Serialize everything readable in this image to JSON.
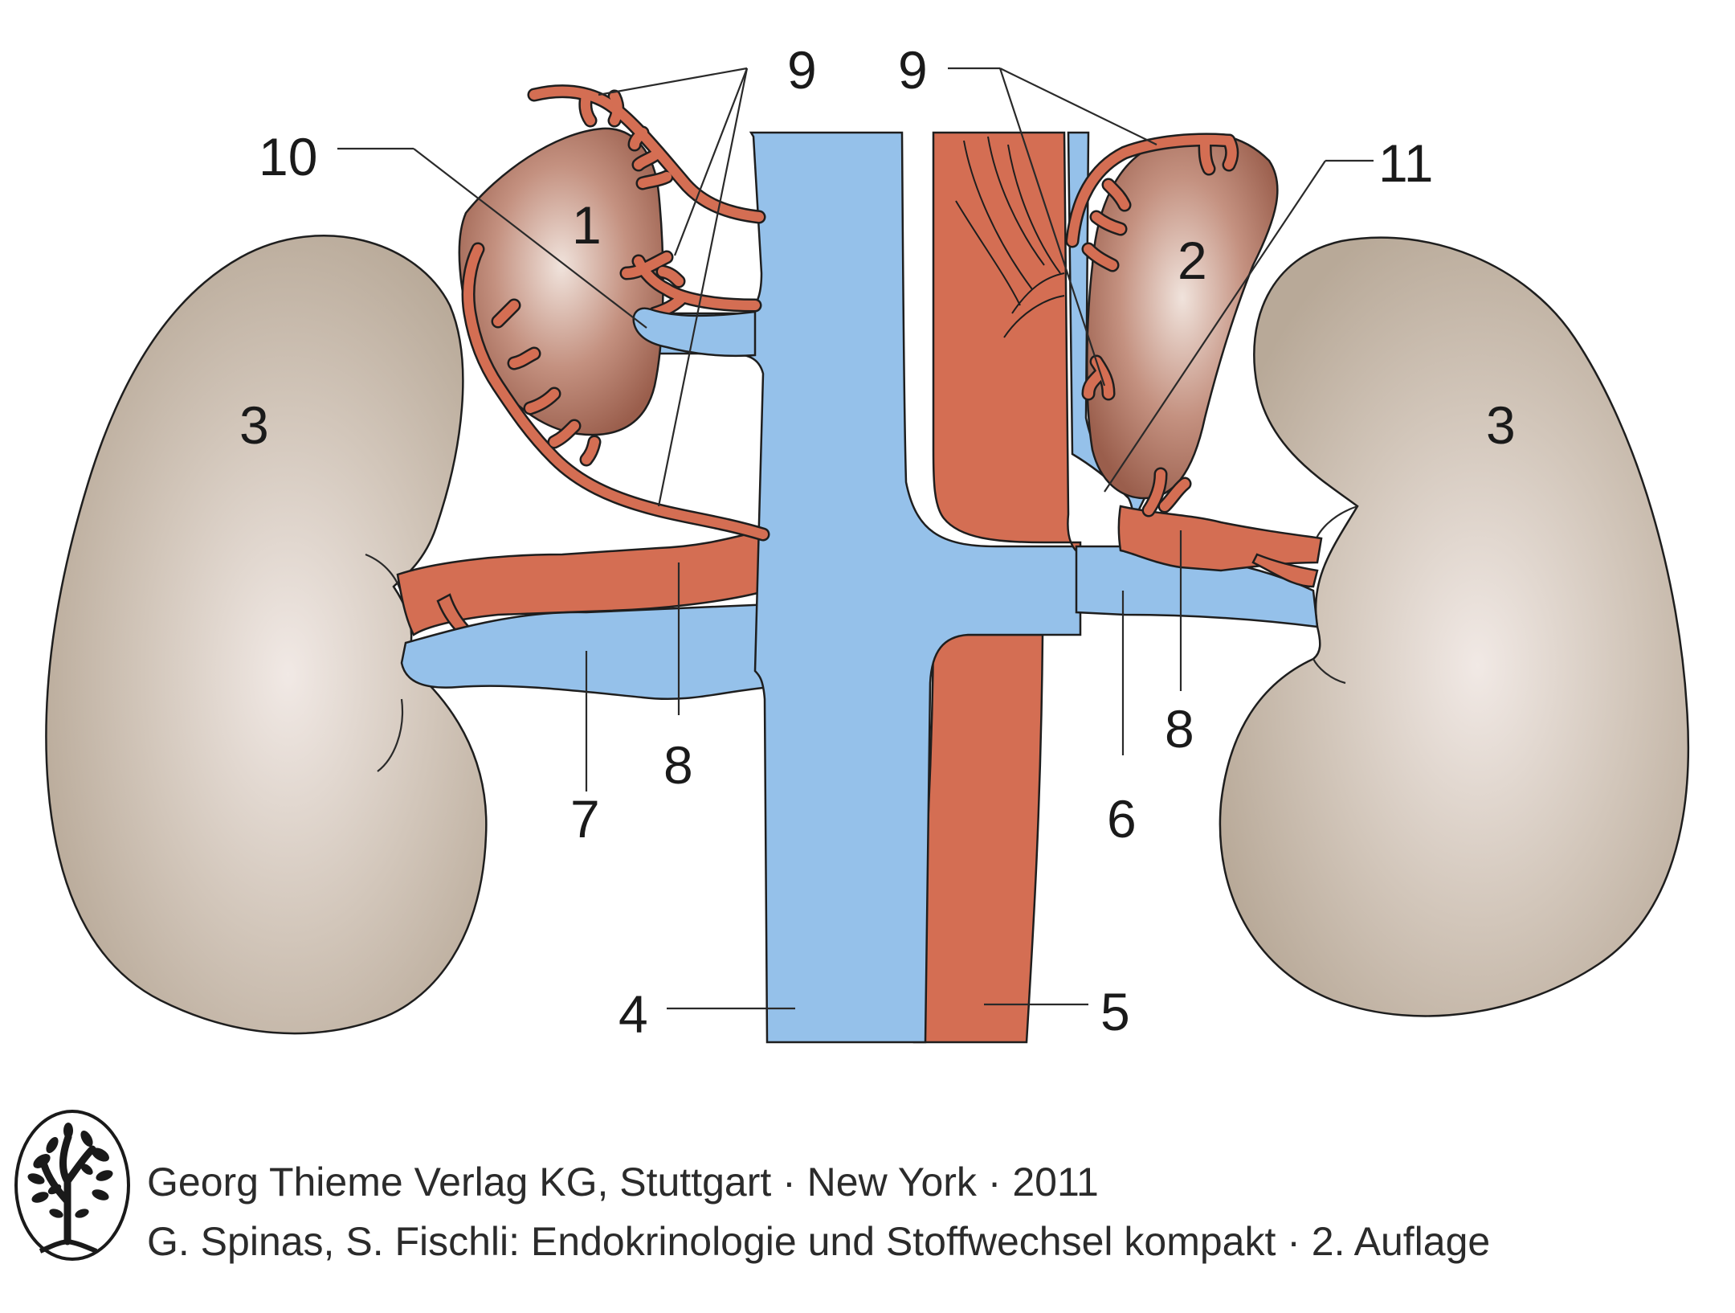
{
  "labels": {
    "adrenal_right": "1",
    "adrenal_left": "2",
    "kidney_right": "3",
    "kidney_left": "3",
    "vena_cava": "4",
    "aorta": "5",
    "renal_vein_left": "6",
    "renal_vein_right": "7",
    "renal_artery_right": "8",
    "renal_artery_left": "8",
    "adrenal_arteries_right": "9",
    "adrenal_arteries_left": "9",
    "adrenal_vein_right": "10",
    "adrenal_vein_left": "11"
  },
  "credits": {
    "publisher": "Georg Thieme Verlag KG, Stuttgart · New York · 2011",
    "book": "G. Spinas, S. Fischli: Endokrinologie und Stoffwechsel kompakt · 2. Auflage"
  },
  "colors": {
    "vein": "#95c1ea",
    "artery": "#d46e53",
    "kidney": "#c2b4a6",
    "adrenal": "#a86e5c",
    "outline": "#1e1e1e"
  },
  "icons": {
    "publisher_logo": "tree-logo-icon"
  }
}
